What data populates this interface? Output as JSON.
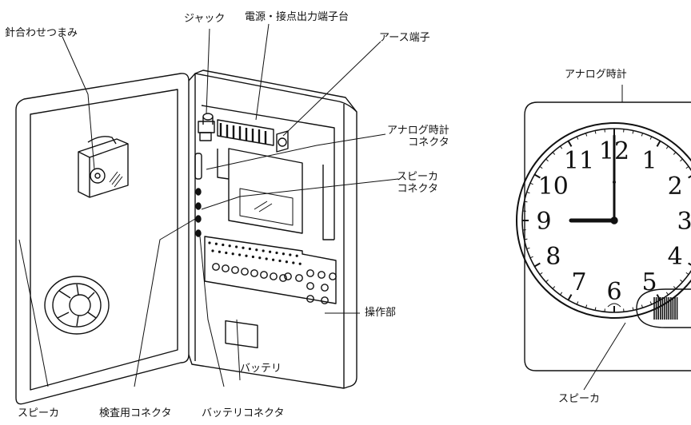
{
  "labels": {
    "hand_set_knob": "針合わせつまみ",
    "jack": "ジャック",
    "power_terminal": "電源・接点出力端子台",
    "earth_terminal": "アース端子",
    "analog_clock_connector": "アナログ時計\nコネクタ",
    "speaker_connector": "スピーカ\nコネクタ",
    "operation_panel": "操作部",
    "battery": "バッテリ",
    "speaker_left": "スピーカ",
    "inspection_connector": "検査用コネクタ",
    "battery_connector": "バッテリコネクタ",
    "analog_clock": "アナログ時計",
    "speaker_right": "スピーカ"
  },
  "clock": {
    "numerals": [
      "12",
      "1",
      "2",
      "3",
      "4",
      "5",
      "6",
      "7",
      "8",
      "9",
      "10",
      "11"
    ],
    "time": "9:00"
  },
  "colors": {
    "line": "#111111",
    "background": "#ffffff"
  }
}
